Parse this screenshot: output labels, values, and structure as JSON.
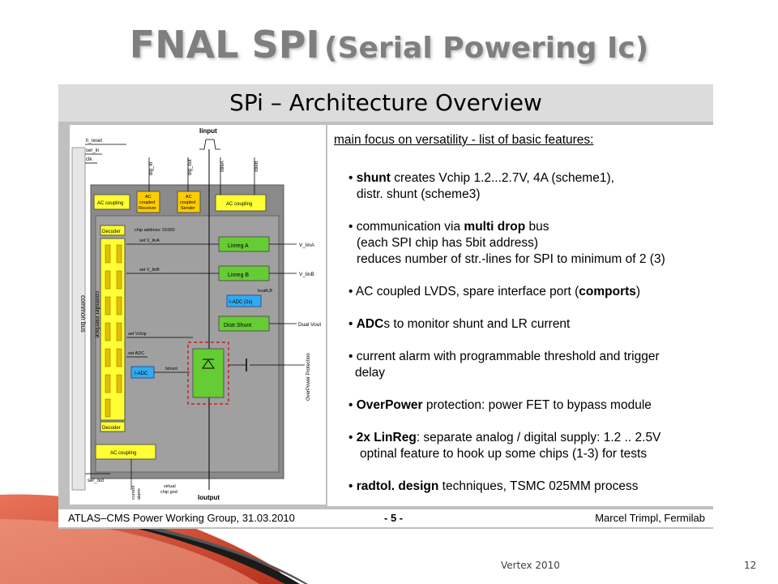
{
  "slide": {
    "title_main": "FNAL SPI",
    "title_paren": "(Serial Powering Ic)",
    "footer_center": "Vertex 2010",
    "page_number": "12"
  },
  "embedded": {
    "heading": "SPi – Architecture Overview",
    "features_intro": "main focus on versatility - list of basic features:",
    "features": [
      {
        "bold": "shunt",
        "text": " creates Vchip 1.2...2.7V, 4A (scheme1),",
        "cont": [
          "distr. shunt (scheme3)"
        ]
      },
      {
        "pre": "communication via ",
        "bold": "multi drop",
        "text": " bus",
        "cont": [
          "(each SPI chip has 5bit address)",
          "reduces number of str.-lines for SPI to minimum of 2 (3)"
        ]
      },
      {
        "pre": "AC coupled LVDS, spare interface port (",
        "bold": "comports",
        "text": ")",
        "cont": []
      },
      {
        "bold": "ADC",
        "text": "s to monitor shunt and LR current",
        "cont": []
      },
      {
        "text": "current alarm with programmable threshold and trigger",
        "cont": [
          "delay"
        ]
      },
      {
        "bold": "OverPower",
        "text": " protection: power FET to bypass module",
        "cont": []
      },
      {
        "bold": "2x LinReg",
        "text": ": separate analog / digital supply: 1.2 .. 2.5V",
        "cont": [
          "optinal feature to hook up some chips (1-3) for tests"
        ]
      },
      {
        "bold": "radtol. design",
        "text": " techniques, TSMC 025MM process",
        "cont": []
      }
    ],
    "footer": {
      "left": "ATLAS–CMS Power Working Group, 31.03.2010",
      "center": "- 5 -",
      "right": "Marcel Trimpl, Fermilab"
    }
  },
  "diagram": {
    "input_label": "Iinput",
    "output_label": "Ioutput",
    "signals_left": [
      "h_reset",
      "ser_in",
      "clk"
    ],
    "ser_out": "ser_out",
    "top_signals": [
      "dig_in",
      "dig_out",
      "IdleA",
      "IdleB"
    ],
    "blocks": {
      "ac_coupling": "AC coupling",
      "ac_receiver": [
        "AC",
        "coupled",
        "Receiver"
      ],
      "ac_sender": [
        "AC",
        "coupled",
        "Sender"
      ],
      "decoder": "Decoder",
      "linreg_a": "Linreg A",
      "linreg_b": "Linreg B",
      "i_adc_2x": "I-ADC (2x)",
      "distr_shunt": "Distr.Shunt",
      "i_adc": "I-ADC",
      "controller": "controller interface",
      "common_bus": "common bus"
    },
    "annotations": {
      "chip_address": "chip address: 01000",
      "set_vlina": "set V_linA",
      "set_vlinb": "set V_linB",
      "set_vchip": "set Vchip",
      "set_adc": "set ADC",
      "ishunt": "Ishunt",
      "ioutab": "IoutA,B",
      "v_lina": "V_linA",
      "v_linb": "V_linB",
      "dual_vout": "Dual Vout",
      "overpower": "OverPower Protection",
      "current_alarm": [
        "current",
        "alarm"
      ],
      "virtual_gnd": [
        "virtual",
        "chip gnd"
      ]
    }
  }
}
